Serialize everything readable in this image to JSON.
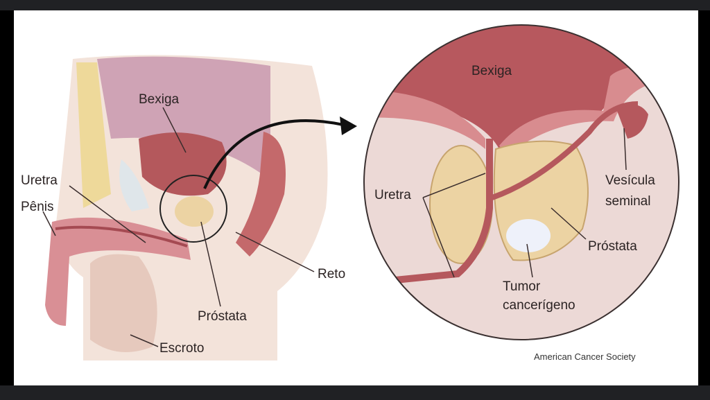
{
  "diagram": {
    "left_view_labels": {
      "bladder": "Bexiga",
      "urethra": "Uretra",
      "penis": "Pênis",
      "prostate": "Próstata",
      "scrotum": "Escroto",
      "rectum": "Reto"
    },
    "zoom_view_labels": {
      "bladder": "Bexiga",
      "urethra": "Uretra",
      "seminal_vesicle_line1": "Vesícula",
      "seminal_vesicle_line2": "seminal",
      "prostate": "Próstata",
      "tumor_line1": "Tumor",
      "tumor_line2": "cancerígeno"
    },
    "credit": "American Cancer Society",
    "colors": {
      "tissue": "#c97a7e",
      "prostate": "#ecd3a3",
      "inset_bg": "#ecd9d6",
      "tumor": "#eef1fa"
    }
  }
}
